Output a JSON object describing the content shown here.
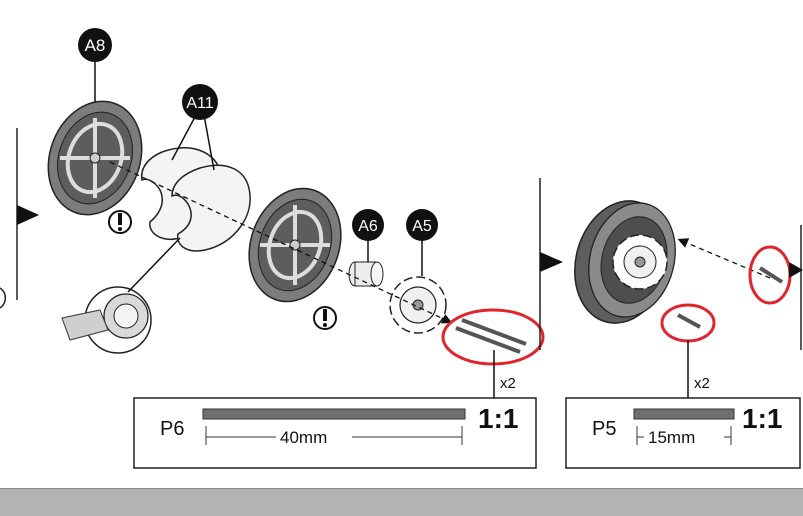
{
  "parts": {
    "a8": "A8",
    "a11": "A11",
    "a6": "A6",
    "a5": "A5"
  },
  "quantity_label_1": "x2",
  "quantity_label_2": "x2",
  "scale_box_1": {
    "part": "P6",
    "length": "40mm",
    "scale": "1:1"
  },
  "scale_box_2": {
    "part": "P5",
    "length": "15mm",
    "scale": "1:1"
  },
  "colors": {
    "highlight": "#e0262c",
    "part_gray": "#6f6f6f",
    "badge": "#111111",
    "bar": "#b3b3b3"
  }
}
